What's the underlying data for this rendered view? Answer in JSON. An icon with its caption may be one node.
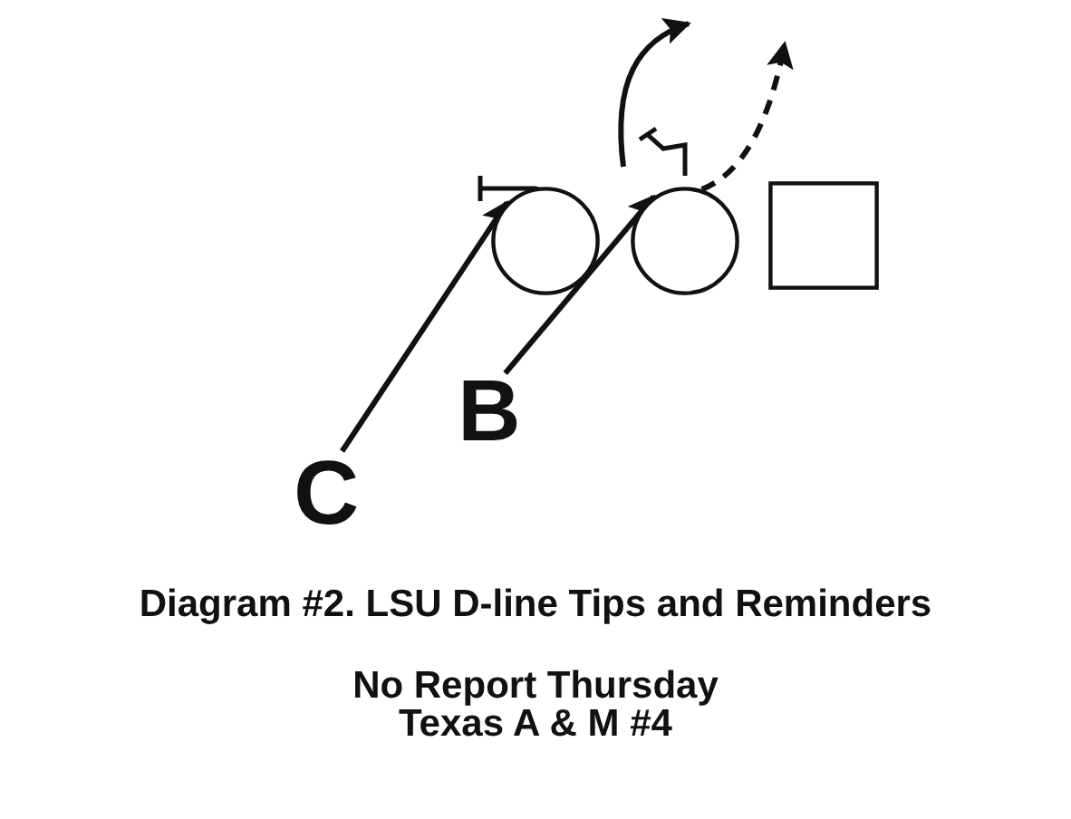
{
  "diagram": {
    "caption": "Diagram #2. LSU D-line Tips and Reminders",
    "nodes": [
      {
        "text": [
          "C"
        ]
      },
      {
        "text": [
          "B"
        ]
      },
      {
        "text": [],
        "shape": "circle"
      },
      {
        "text": [],
        "shape": "circle"
      },
      {
        "text": [],
        "shape": "box"
      }
    ],
    "edges": [
      {
        "from": 0,
        "to": 2,
        "arrow": "to"
      },
      {
        "from": 1,
        "to": 3,
        "arrow": "to"
      },
      {
        "from": 3,
        "to": null,
        "arrow": "to",
        "style": "dashed"
      }
    ],
    "labels": [
      "No Report Thursday",
      "Texas A & M #4"
    ]
  }
}
